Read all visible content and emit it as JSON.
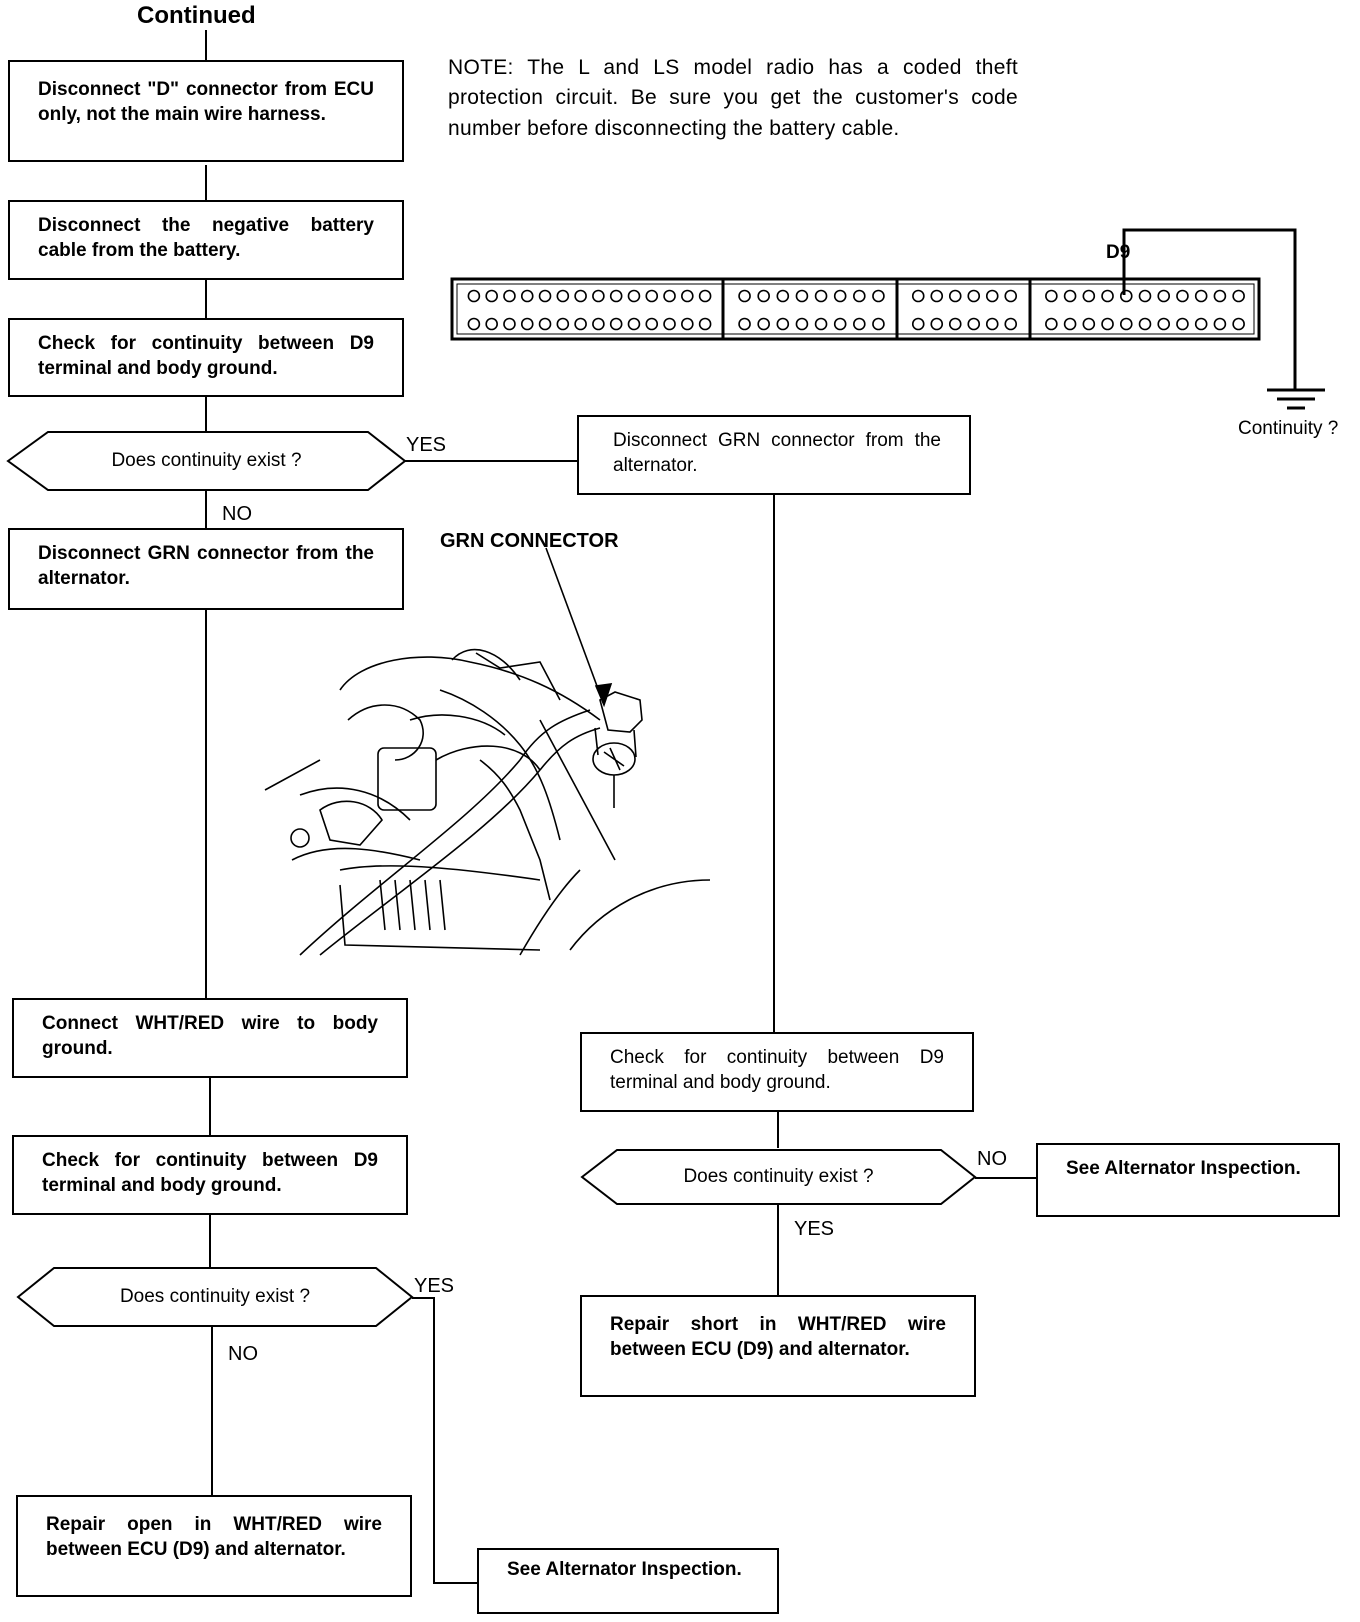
{
  "title": "Continued",
  "note": "NOTE:  The L and LS model radio has a coded theft protection circuit. Be sure you get the customer's code number before disconnecting the battery cable.",
  "connector": {
    "pin_label": "D9",
    "ground_label": "Continuity ?"
  },
  "illustration": {
    "caption": "GRN CONNECTOR"
  },
  "left_flow": {
    "step1": "Disconnect \"D\" connector from ECU only, not the main wire harness.",
    "step2": "Disconnect the negative battery cable from the battery.",
    "step3": "Check for continuity between D9 terminal and body ground.",
    "decision1": "Does continuity exist ?",
    "decision1_no": "NO",
    "decision1_yes": "YES",
    "step4": "Disconnect GRN connector from the alternator.",
    "step5": "Connect WHT/RED wire to body ground.",
    "step6": "Check for continuity between D9 terminal and body ground.",
    "decision2": "Does continuity exist ?",
    "decision2_no": "NO",
    "decision2_yes": "YES",
    "result_repair": "Repair open in WHT/RED wire between ECU (D9) and alternator.",
    "result_see": "See Alternator Inspection."
  },
  "right_flow": {
    "step1": "Disconnect GRN connector from the alternator.",
    "step2": "Check for continuity between D9 terminal and body ground.",
    "decision": "Does continuity exist ?",
    "decision_no": "NO",
    "decision_yes": "YES",
    "result_see": "See Alternator Inspection.",
    "result_repair": "Repair short in WHT/RED wire between ECU (D9) and alternator."
  }
}
